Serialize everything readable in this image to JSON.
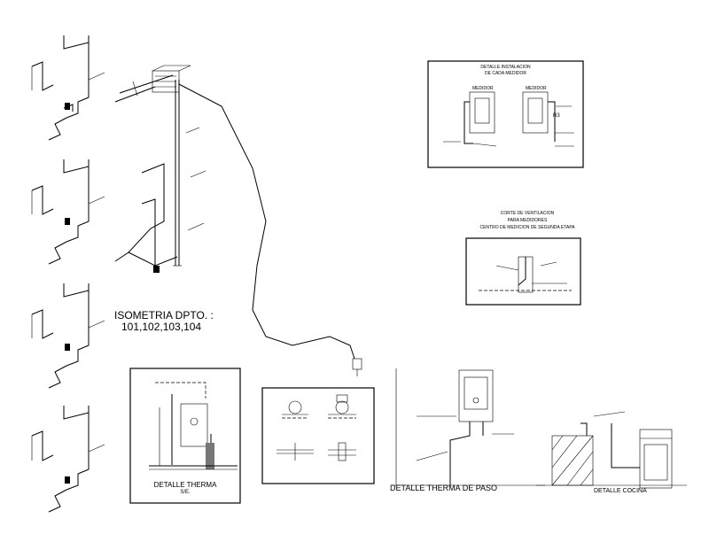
{
  "isometria": {
    "title": "ISOMETRIA DPTO. :",
    "units": "101,102,103,104"
  },
  "medidor_detail": {
    "title_line1": "DETALLE INSTALACION",
    "title_line2": "DE CADA MEDIDOR",
    "medidor_left": "MEDIDOR",
    "medidor_right": "MEDIDOR",
    "r3": "R3"
  },
  "ventilacion": {
    "line1": "CORTE DE VENTILACION",
    "line2": "PARA MEDIDORES",
    "line3": "CENTRO DE MEDICION DE SEGUNDA ETAPA"
  },
  "therma": {
    "title": "DETALLE THERMA",
    "scale": "S/E."
  },
  "therma_paso": {
    "title": "DETALLE THERMA DE PASO"
  },
  "cocina": {
    "title": "DETALLE COCINA"
  }
}
